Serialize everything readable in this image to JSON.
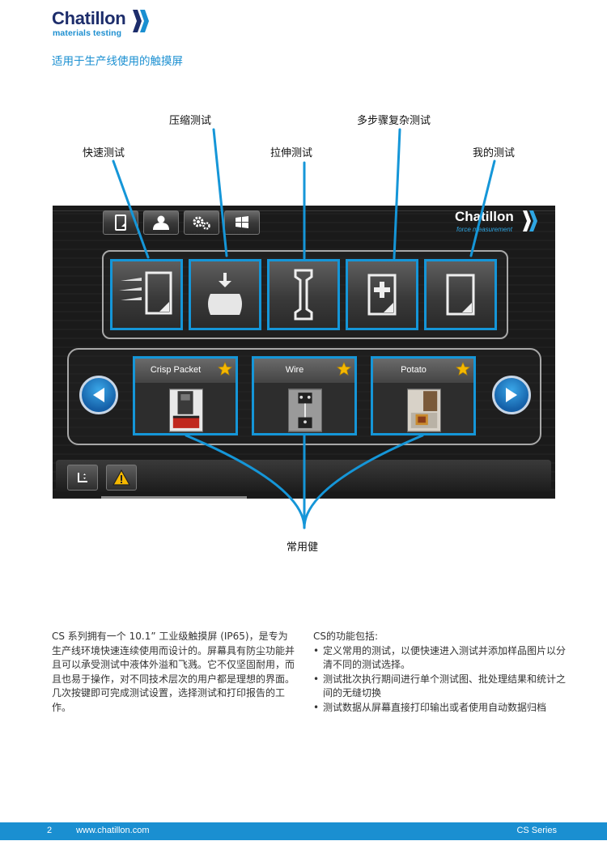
{
  "brand": {
    "name": "Chatillon",
    "tagline": "materials testing",
    "logo_icon": "chatillon-k-mark"
  },
  "page_subtitle": "适用于生产线使用的触摸屏",
  "callouts": {
    "compression": "压缩测试",
    "multistep": "多步骤复杂测试",
    "quick": "快速测试",
    "tensile": "拉伸测试",
    "my_tests": "我的测试",
    "favorites": "常用健"
  },
  "screen": {
    "logo_name": "Chatillon",
    "logo_tagline": "force measurement",
    "toolbar_icons": [
      "tablet-icon",
      "user-icon",
      "gears-icon",
      "windows-icon"
    ],
    "test_buttons": [
      "quick-test-icon",
      "compression-test-icon",
      "tensile-test-icon",
      "multistep-test-icon",
      "my-test-icon"
    ],
    "favorites": [
      {
        "label": "Crisp Packet"
      },
      {
        "label": "Wire"
      },
      {
        "label": "Potato"
      }
    ],
    "bottom_icons": [
      "sort-icon",
      "warning-icon"
    ]
  },
  "body_left": "CS 系列拥有一个 10.1” 工业级触摸屏 (IP65)，是专为生产线环境快速连续使用而设计的。屏幕具有防尘功能并且可以承受测试中液体外溢和飞溅。它不仅坚固耐用，而且也易于操作，对不同技术层次的用户都是理想的界面。几次按键即可完成测试设置，选择测试和打印报告的工作。",
  "body_right": {
    "heading": "CS的功能包括:",
    "features": [
      "定义常用的测试，以便快速进入测试并添加样品图片以分清不同的测试选择。",
      "测试批次执行期间进行单个测试图、批处理结果和统计之间的无缝切换",
      "测试数据从屏幕直接打印输出或者使用自动数据归档"
    ]
  },
  "footer": {
    "page": "2",
    "url": "www.chatillon.com",
    "series": "CS Series"
  },
  "colors": {
    "brand_navy": "#1d2d6b",
    "accent_blue": "#1a8fd1",
    "highlight_blue": "#1596d8",
    "star_gold": "#f5b800"
  }
}
